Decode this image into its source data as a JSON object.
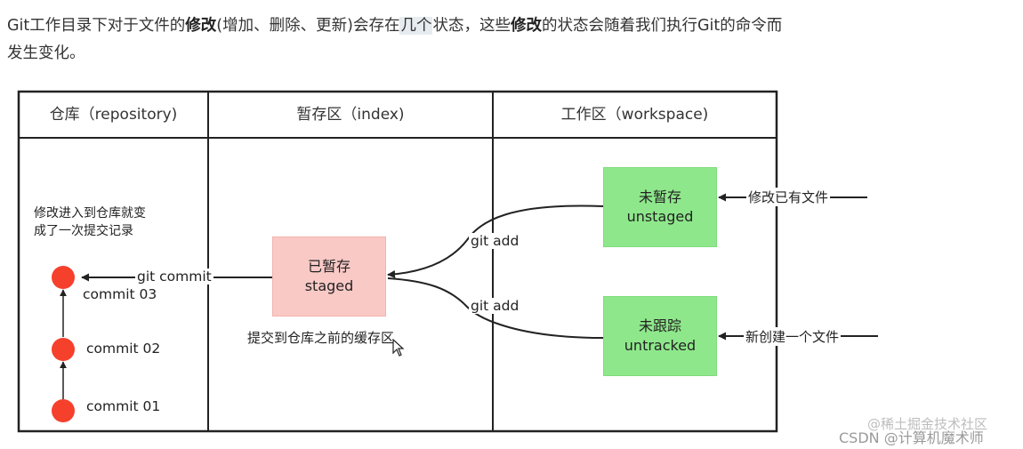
{
  "intro": {
    "part1": "Git工作目录下对于文件的",
    "bold1": "修改",
    "part2": "(增加、删除、更新)会存在",
    "highlight": "几个",
    "part3": "状态，这些",
    "bold2": "修改",
    "part4": "的状态会随着我们执行Git的命令而",
    "line2": "发生变化。"
  },
  "diagram": {
    "columns": {
      "repository": "仓库（repository)",
      "index": "暂存区（index)",
      "workspace": "工作区（workspace)"
    },
    "repo_note_line1": "修改进入到仓库就变",
    "repo_note_line2": "成了一次提交记录",
    "commits": [
      "commit  03",
      "commit  02",
      "commit  01"
    ],
    "git_commit_label": "git commit",
    "staged_box": {
      "cn": "已暂存",
      "en": "staged"
    },
    "staged_note": "提交到仓库之前的缓存区",
    "git_add_upper": "git add",
    "git_add_lower": "git add",
    "unstaged_box": {
      "cn": "未暂存",
      "en": "unstaged"
    },
    "untracked_box": {
      "cn": "未跟踪",
      "en": "untracked"
    },
    "modify_existing": "修改已有文件",
    "new_file": "新创建一个文件",
    "colors": {
      "commit_dot": "#f5402c",
      "staged_fill": "#f9c9c6",
      "green_fill": "#8ee88b",
      "border": "#222222"
    }
  },
  "watermark": {
    "line1": "@稀土掘金技术社区",
    "line2": "CSDN @计算机魔术师"
  }
}
